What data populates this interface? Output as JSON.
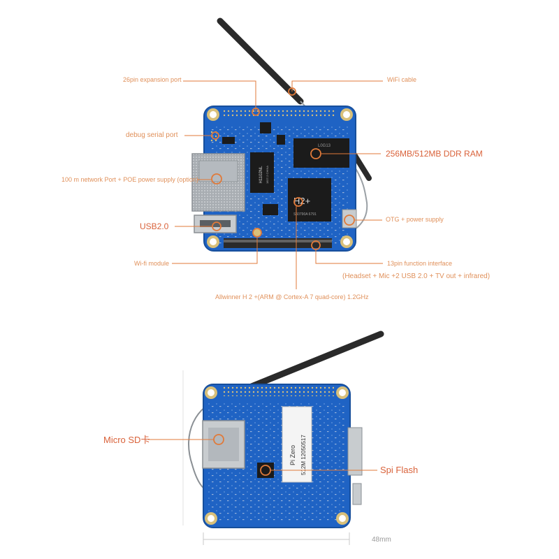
{
  "colors": {
    "board": "#1f63c4",
    "board_edge": "#174f9c",
    "callout": "#e07a3a",
    "callout_text": "#e0905a",
    "callout_text_strong": "#d9623a",
    "gold": "#d8c07a",
    "chip": "#1b1b1b",
    "metal": "#c8cccf",
    "antenna": "#2a2a2a"
  },
  "top_view": {
    "labels": {
      "expansion_port": "26pin expansion port",
      "wifi_cable": "WiFi cable",
      "debug_serial": "debug serial port",
      "ddr_ram": "256MB/512MB DDR RAM",
      "network_port": "100 m network Port + POE power supply (option)",
      "usb2": "USB2.0",
      "otg": "OTG + power supply",
      "wifi_module": "Wi-fi module",
      "function_interface": "13pin function interface",
      "function_interface_detail": "(Headset + Mic +2 USB 2.0 + TV out + infrared)",
      "soc": "Allwinner H 2 +(ARM @ Cortex-A 7 quad-core) 1.2GHz"
    },
    "chip_text": {
      "h2": "H2+",
      "soc_code": "S60790A  6791",
      "ram_code": "L0G13",
      "eth_chip": "H1102NL",
      "eth_chip_sub": "1827-2 CHINA"
    },
    "icons": [
      "antenna-icon",
      "ethernet-jack-icon",
      "usb-port-icon",
      "micro-usb-port-icon"
    ]
  },
  "bottom_view": {
    "labels": {
      "micro_sd": "Micro SD卡",
      "spi_flash": "Spi Flash",
      "dimension": "48mm"
    },
    "sticker": {
      "line1": "Pi Zero",
      "line2": "512M  12050517"
    }
  }
}
